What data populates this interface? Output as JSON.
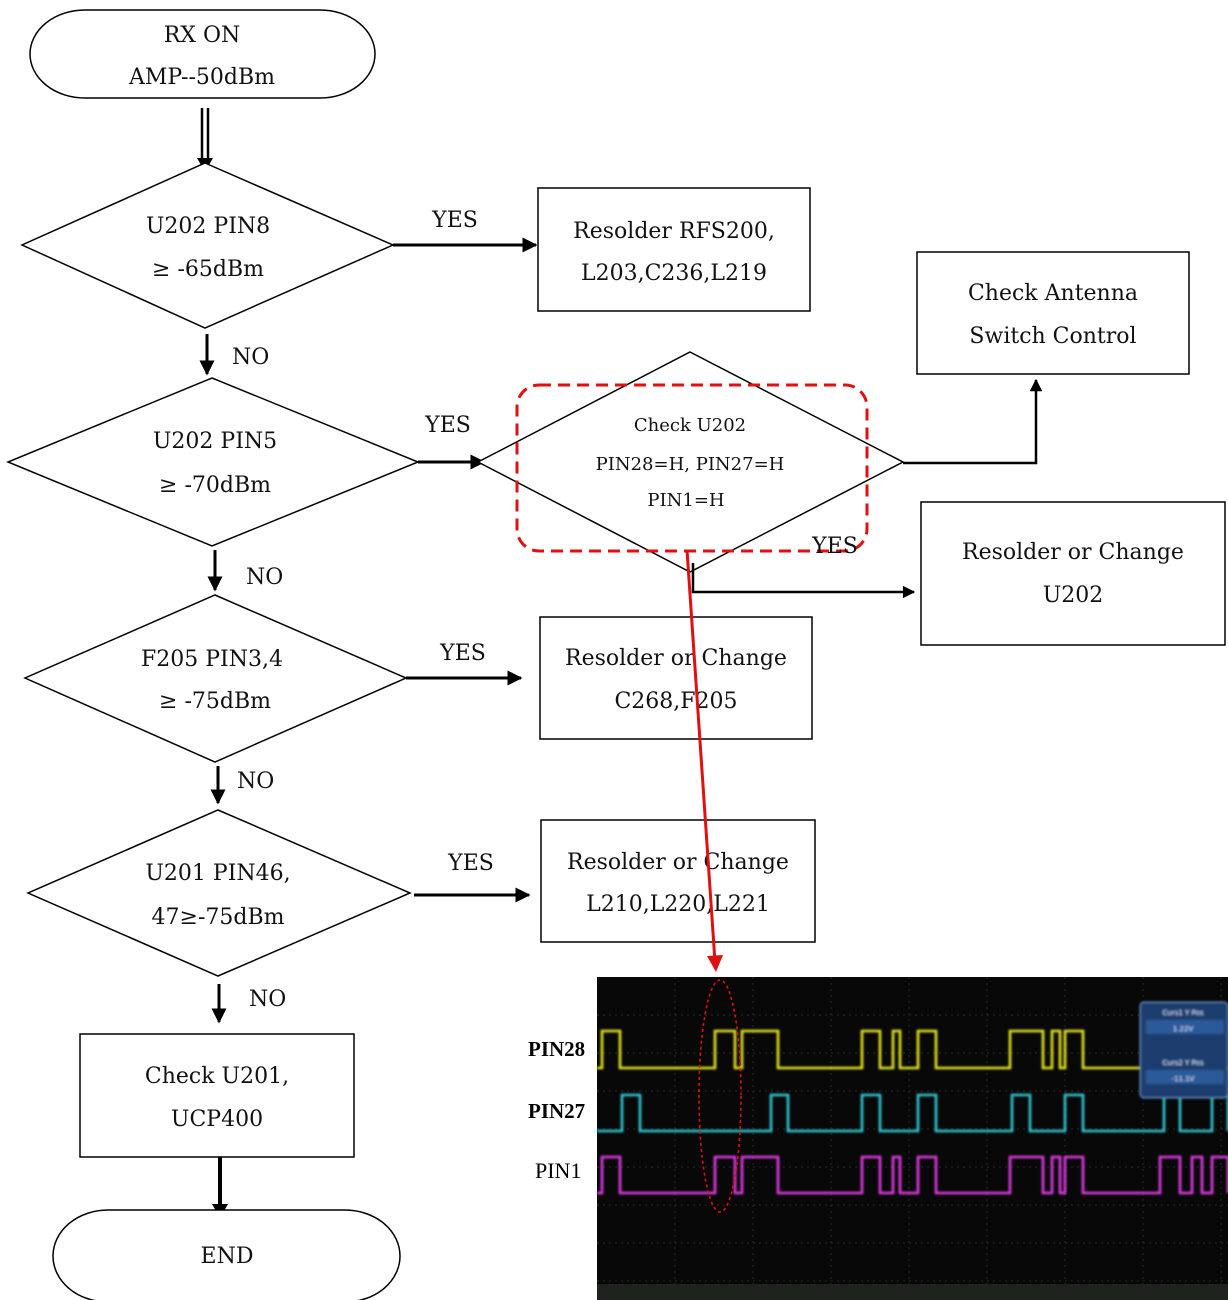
{
  "start": {
    "line1": "RX ON",
    "line2": "AMP--50dBm"
  },
  "end": {
    "label": "END"
  },
  "decisions": {
    "d1": {
      "line1": "U202 PIN8",
      "line2": "≥ -65dBm"
    },
    "d2": {
      "line1": "U202 PIN5",
      "line2": "≥ -70dBm"
    },
    "d3": {
      "line1": "F205 PIN3,4",
      "line2": "≥ -75dBm"
    },
    "d4": {
      "line1": "U201 PIN46,",
      "line2": "47≥-75dBm"
    },
    "d5": {
      "line1": "Check U202",
      "line2": "PIN28=H, PIN27=H",
      "line3": "PIN1=H"
    }
  },
  "actions": {
    "a1": {
      "line1": "Resolder RFS200,",
      "line2": "L203,C236,L219"
    },
    "a2": {
      "line1": "Check Antenna",
      "line2": "Switch Control"
    },
    "a3": {
      "line1": "Resolder or Change",
      "line2": "U202"
    },
    "a4": {
      "line1": "Resolder or Change",
      "line2": "C268,F205"
    },
    "a5": {
      "line1": "Resolder or Change",
      "line2": "L210,L220,L221"
    },
    "a6": {
      "line1": "Check U201,",
      "line2": "UCP400"
    }
  },
  "labels": {
    "yes": "YES",
    "no": "NO"
  },
  "scope": {
    "channels": [
      "PIN28",
      "PIN27",
      "PIN1"
    ],
    "colors": {
      "ch1": "#e6e61e",
      "ch2": "#2ec9d6",
      "ch3": "#e23be6",
      "bg": "#070807",
      "grid": "#2a2d2a",
      "highlight": "#e01010"
    },
    "panel": {
      "l1": "Curs1 Y Pos",
      "v1": "1.22V",
      "l2": "Curs2 Y Pos",
      "v2": "-11.1V"
    }
  }
}
